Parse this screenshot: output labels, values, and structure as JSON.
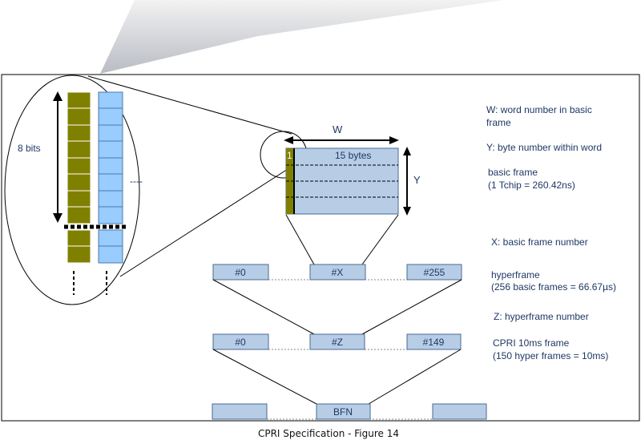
{
  "diagram": {
    "bits_label": "8 bits",
    "ellipsis": "----",
    "w_axis_label": "W",
    "y_axis_label": "Y",
    "word_index": "1",
    "bytes_label": "15 bytes",
    "hyperframe_boxes": [
      "#0",
      "#X",
      "#255"
    ],
    "frame_boxes": [
      "#0",
      "#Z",
      "#149"
    ],
    "bfn_box": "BFN",
    "legend": {
      "w_line1": "W: word number in basic",
      "w_line2": "frame",
      "y_line": "Y: byte number within word",
      "basic_line1": "basic frame",
      "basic_line2": "(1 Tchip = 260.42ns)",
      "x_line": "X: basic frame number",
      "hyper_line1": "hyperframe",
      "hyper_line2": "(256 basic frames = 66.67µs)",
      "z_line": "Z: hyperframe number",
      "cpri_line1": "CPRI 10ms frame",
      "cpri_line2": "(150 hyper frames = 10ms)"
    },
    "caption": "CPRI Specification - Figure 14"
  },
  "colors": {
    "olive": "#808000",
    "light_blue": "#99ccff",
    "box_blue": "#b7cde6",
    "text_blue": "#1f3864"
  }
}
